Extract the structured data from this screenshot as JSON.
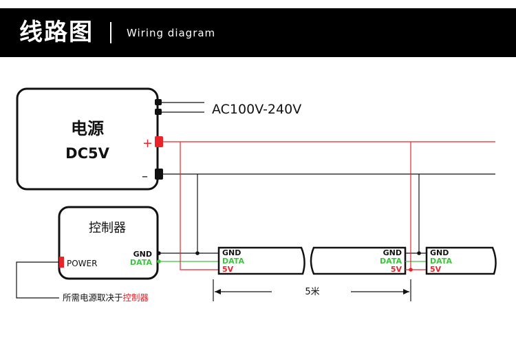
{
  "header": {
    "title": "线路图",
    "subtitle": "Wiring diagram"
  },
  "power_supply": {
    "title": "电源",
    "voltage": "DC5V",
    "plus_label": "+",
    "minus_label": "–",
    "ac_input_label": "AC100V-240V"
  },
  "controller": {
    "title": "控制器",
    "gnd_label": "GND",
    "data_label": "DATA",
    "power_label": "POWER",
    "note_prefix": "所需电源取决于",
    "note_highlight": "控制器"
  },
  "strips": [
    {
      "gnd": "GND",
      "data": "DATA",
      "v5": "5V"
    },
    {
      "gnd": "GND",
      "data": "DATA",
      "v5": "5V"
    },
    {
      "gnd": "GND",
      "data": "DATA",
      "v5": "5V"
    }
  ],
  "length_label": "5米",
  "colors": {
    "positive": "#e8242a",
    "data": "#3dc43d",
    "ground": "#111111",
    "header_bg": "#000000"
  }
}
